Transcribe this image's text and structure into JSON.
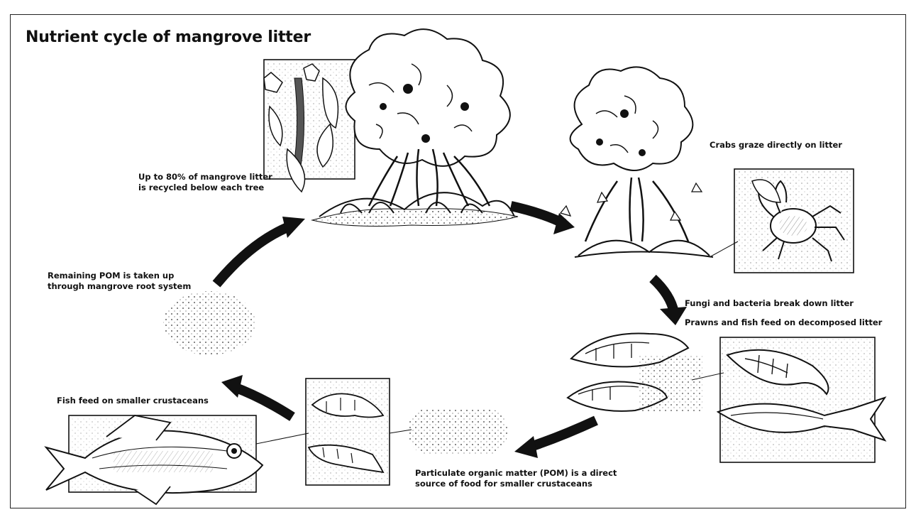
{
  "title": "Nutrient cycle of mangrove litter",
  "labels": {
    "litter_recycled_l1": "Up to 80% of mangrove litter",
    "litter_recycled_l2": "is recycled below each tree",
    "crabs": "Crabs graze directly on litter",
    "fungi": "Fungi and bacteria break down litter",
    "prawns": "Prawns and fish feed on decomposed litter",
    "pom_l1": "Particulate organic matter (POM) is a direct",
    "pom_l2": "source of food for smaller crustaceans",
    "fish": "Fish feed on smaller crustaceans",
    "remaining_l1": "Remaining POM is taken up",
    "remaining_l2": "through mangrove root system"
  },
  "colors": {
    "ink": "#111111",
    "paper": "#ffffff",
    "shade": "#cfcfcf"
  }
}
